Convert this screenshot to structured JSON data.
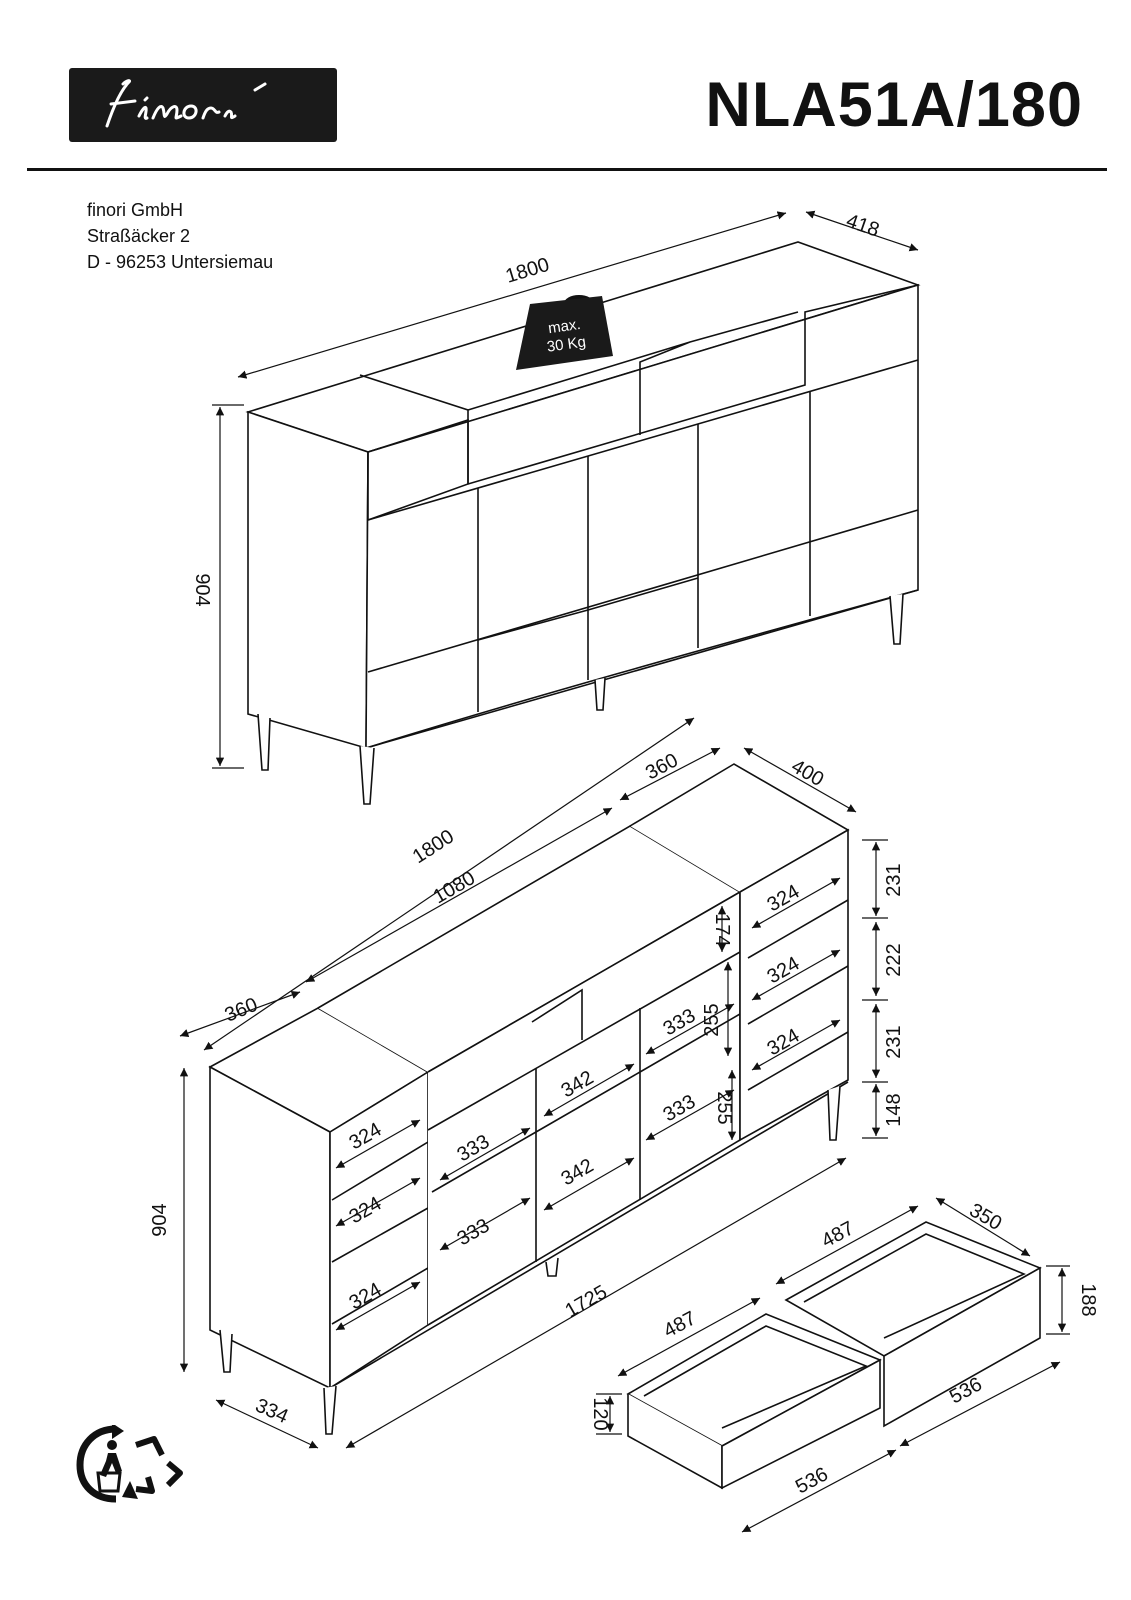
{
  "brand": {
    "logo_text": "finori"
  },
  "model": "NLA51A/180",
  "address": {
    "line1": "finori GmbH",
    "line2": "Straßäcker 2",
    "line3": "D - 96253 Untersiemau"
  },
  "load_badge": {
    "line1": "max.",
    "line2": "30 Kg"
  },
  "overview_dims": {
    "width": "1800",
    "depth": "418",
    "height": "904"
  },
  "interior_dims": {
    "total_width": "1800",
    "middle_width": "1080",
    "left_module": "360",
    "right_module": "360",
    "depth_top": "400",
    "height": "904",
    "base_width": "1725",
    "depth_bottom": "334",
    "right_rows": [
      "231",
      "222",
      "231",
      "148"
    ],
    "right_shelves": [
      "324",
      "324",
      "324"
    ],
    "left_shelves": [
      "324",
      "324",
      "324"
    ],
    "mid_left_shelves": [
      "333",
      "333"
    ],
    "center_shelves": [
      "342",
      "342"
    ],
    "mid_right_shelves": [
      "333",
      "333"
    ],
    "mid_heights": [
      "174",
      "255",
      "255"
    ]
  },
  "drawer_dims": {
    "width_a": "487",
    "width_b": "487",
    "depth": "350",
    "height_right": "188",
    "height_left": "120",
    "front_a": "536",
    "front_b": "536"
  },
  "icons": {
    "logo": "finori-logo",
    "recycle": "triman-recycle-icon",
    "weight": "weight-icon"
  }
}
